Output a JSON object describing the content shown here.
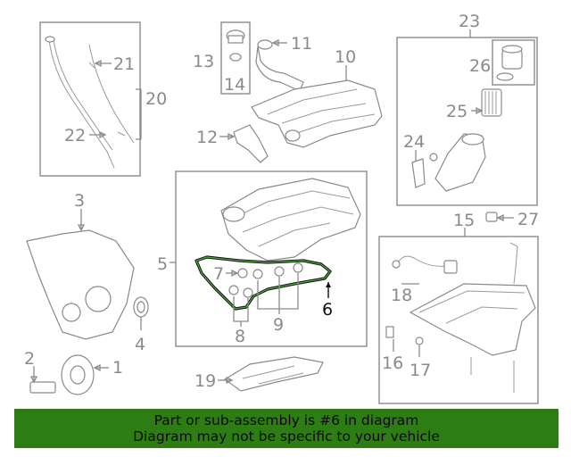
{
  "callouts": {
    "c1": "1",
    "c2": "2",
    "c3": "3",
    "c4": "4",
    "c5": "5",
    "c6": "6",
    "c7": "7",
    "c8": "8",
    "c9": "9",
    "c10": "10",
    "c11": "11",
    "c12": "12",
    "c13": "13",
    "c14": "14",
    "c15": "15",
    "c16": "16",
    "c17": "17",
    "c18": "18",
    "c19": "19",
    "c20": "20",
    "c21": "21",
    "c22": "22",
    "c23": "23",
    "c24": "24",
    "c25": "25",
    "c26": "26",
    "c27": "27"
  },
  "highlighted_part": "6",
  "colors": {
    "banner_bg": "#2e7d14",
    "highlight_outline": "#4cae3c",
    "line_gray": "#8a8a8a"
  },
  "banner": {
    "line1": "Part or sub-assembly is #6 in diagram",
    "line2": "Diagram may not be specific to your vehicle"
  }
}
